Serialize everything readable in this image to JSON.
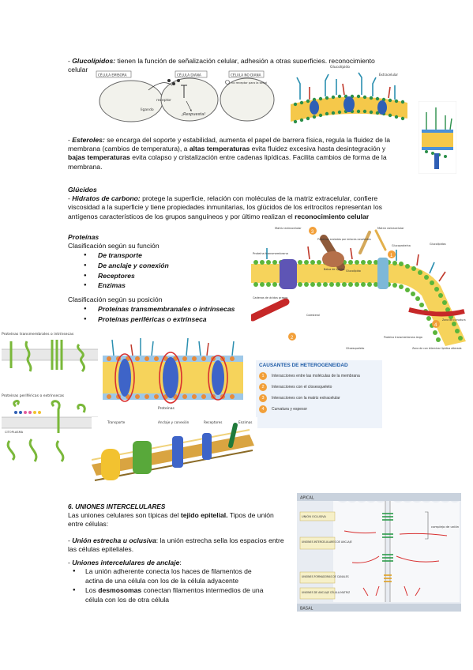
{
  "glucolipidos": {
    "title": "Glucolípidos:",
    "text1": " tienen la función de señalización celular, adhesión a otras superficies, reconocimiento",
    "text2": "celular"
  },
  "cell_figure": {
    "labels": [
      "CÉLULA EMISORA",
      "CÉLULA DIANA",
      "CÉLULA NO DIANA"
    ],
    "receptor": "receptor",
    "ligando": "ligando",
    "respuesta": "¡Respuesta!",
    "no_receptor": "no receptor para la señal"
  },
  "glycolipid_figure": {
    "label": "Glucolípido",
    "label2": "Extracelular"
  },
  "esteroles": {
    "title": "Esteroles:",
    "line1": " se encarga del soporte y estabilidad, aumenta el papel de barrera física, regula la fluidez de la",
    "line2a": "membrana (cambios de temperatura), a ",
    "line2b": "altas temperaturas",
    "line2c": " evita fluidez excesiva hasta desintegración y",
    "line3a": "bajas temperaturas",
    "line3b": " evita colapso y cristalización entre cadenas lipídicas. Facilita cambios de forma de la",
    "line4": "membrana."
  },
  "glucidos": {
    "heading": "Glúcidos",
    "title": "Hidratos de carbono:",
    "line1": " protege la superficie, relación con moléculas de la matriz extracelular, confiere",
    "line2": "viscosidad a la superficie y tiene propiedades inmunitarias, los glúcidos de los eritrocitos representan los",
    "line3a": "antígenos característicos de los grupos sanguíneos y por último realizan el ",
    "line3b": "reconocimiento celular"
  },
  "proteinas": {
    "heading": "Proteínas",
    "sub1": "Clasificación según su función",
    "funcion": [
      "De transporte",
      "De anclaje y conexión",
      "Receptores",
      "Enzimas"
    ],
    "sub2": "Clasificación según su posición",
    "posicion": [
      "Proteínas transmembranales o intrínsecas",
      "Proteínas periféricas o extrínseca"
    ]
  },
  "membrane_figure": {
    "labels": {
      "matriz": "Matriz extracelular",
      "matriz2": "Matriz extracelular",
      "proteinas_anclada": "Proteínas ancladas por enlaces covalentes",
      "transmembrana": "Proteína transmembrana",
      "balsa": "Balsa de lípidos",
      "glucolipido": "Glucolípido",
      "glucoproteina": "Glucoproteína",
      "glucolipidos": "Glucolípidos",
      "bicapa": "Cadenas de ácidos grasos",
      "colesterol": "Colesterol",
      "citoesqueleto": "Citoesqueleto",
      "zona": "Zona de curvatura",
      "larga": "Proteína transmembrana larga",
      "corta": "Proteína transmembrana corta",
      "alterado": "Zona de con bilaminar lipídica alterada"
    },
    "numbers": [
      "1",
      "2",
      "3",
      "4"
    ]
  },
  "heterogeneidad": {
    "title": "CAUSANTES DE HETEROGENEIDAD",
    "items": [
      {
        "n": "1",
        "text": "Interacciones entre las moléculas de la membrana"
      },
      {
        "n": "2",
        "text": "Interacciones con el closesqueleto"
      },
      {
        "n": "3",
        "text": "Interacciones con la matriz extracelular"
      },
      {
        "n": "4",
        "text": "Curvatura y espesor"
      }
    ]
  },
  "proteins_figure": {
    "title1": "Proteínas transmembrales o intrínsecas",
    "title2": "Proteínas periféricas o extrínsecas",
    "citoplasma": "CITOPLASMA"
  },
  "bilayer_figure": {
    "label": "Proteínas"
  },
  "function_figure": {
    "labels": [
      "Transporte",
      "Anclaje y conexión",
      "Receptores",
      "Enzimas"
    ]
  },
  "uniones": {
    "heading": "6. UNIONES INTERCELULARES",
    "line1a": "Las uniones celulares son típicas del ",
    "line1b": "tejido epitelial.",
    "line1c": " Tipos de unión",
    "line2": "entre células:",
    "oclusiva_title": "Unión estrecha u oclusiva",
    "oclusiva_text1": ": la unión estrecha sella los espacios entre",
    "oclusiva_text2": "las células epiteliales.",
    "anclaje_title": "Uniones intercelulares de anclaje",
    "anclaje_colon": ":",
    "b1_line1": "La unión adherente conecta los haces de filamentos de",
    "b1_line2": "actina de una célula con los de la célula adyacente",
    "b2_pre": "Los ",
    "b2_bold": "desmosomas",
    "b2_line1": " conectan filamentos intermedios de una",
    "b2_line2": "célula con los de otra célula"
  },
  "junctions_figure": {
    "apical": "APICAL",
    "basal": "BASAL",
    "labels": [
      "UNIÓN OCLUSIVA",
      "UNIONES INTERCELULARES DE ANCLAJE",
      "UNIONES FORMADORAS DE CANALES",
      "UNIONES DE ANCLAJE CÉLULA-MATRIZ"
    ],
    "complejo": "complejo de unión"
  }
}
